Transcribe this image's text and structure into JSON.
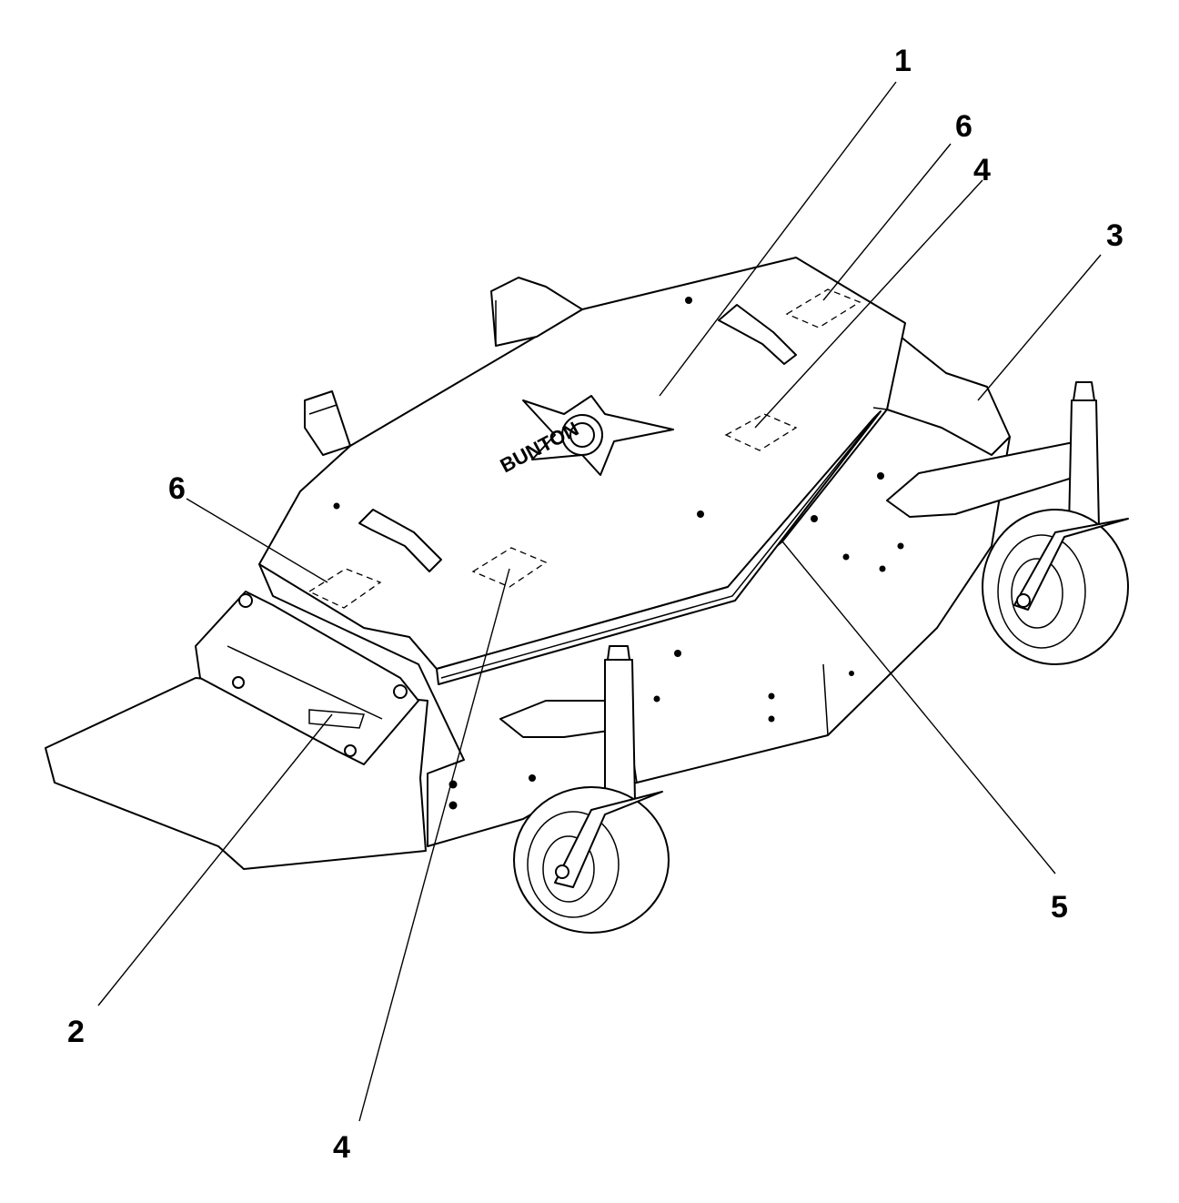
{
  "diagram": {
    "logo": {
      "text": "BUNTON",
      "icon": "star-emblem-icon"
    },
    "callouts": [
      {
        "id": "callout-1",
        "number": "1",
        "part": "deck-logo-decal"
      },
      {
        "id": "callout-2",
        "number": "2",
        "part": "front-discharge-decal"
      },
      {
        "id": "callout-3",
        "number": "3",
        "part": "right-side-decal"
      },
      {
        "id": "callout-4a",
        "number": "4",
        "part": "deck-top-decal"
      },
      {
        "id": "callout-4b",
        "number": "4",
        "part": "deck-top-decal"
      },
      {
        "id": "callout-5",
        "number": "5",
        "part": "side-stripe-decal"
      },
      {
        "id": "callout-6a",
        "number": "6",
        "part": "deck-top-decal"
      },
      {
        "id": "callout-6b",
        "number": "6",
        "part": "deck-top-decal"
      }
    ]
  }
}
